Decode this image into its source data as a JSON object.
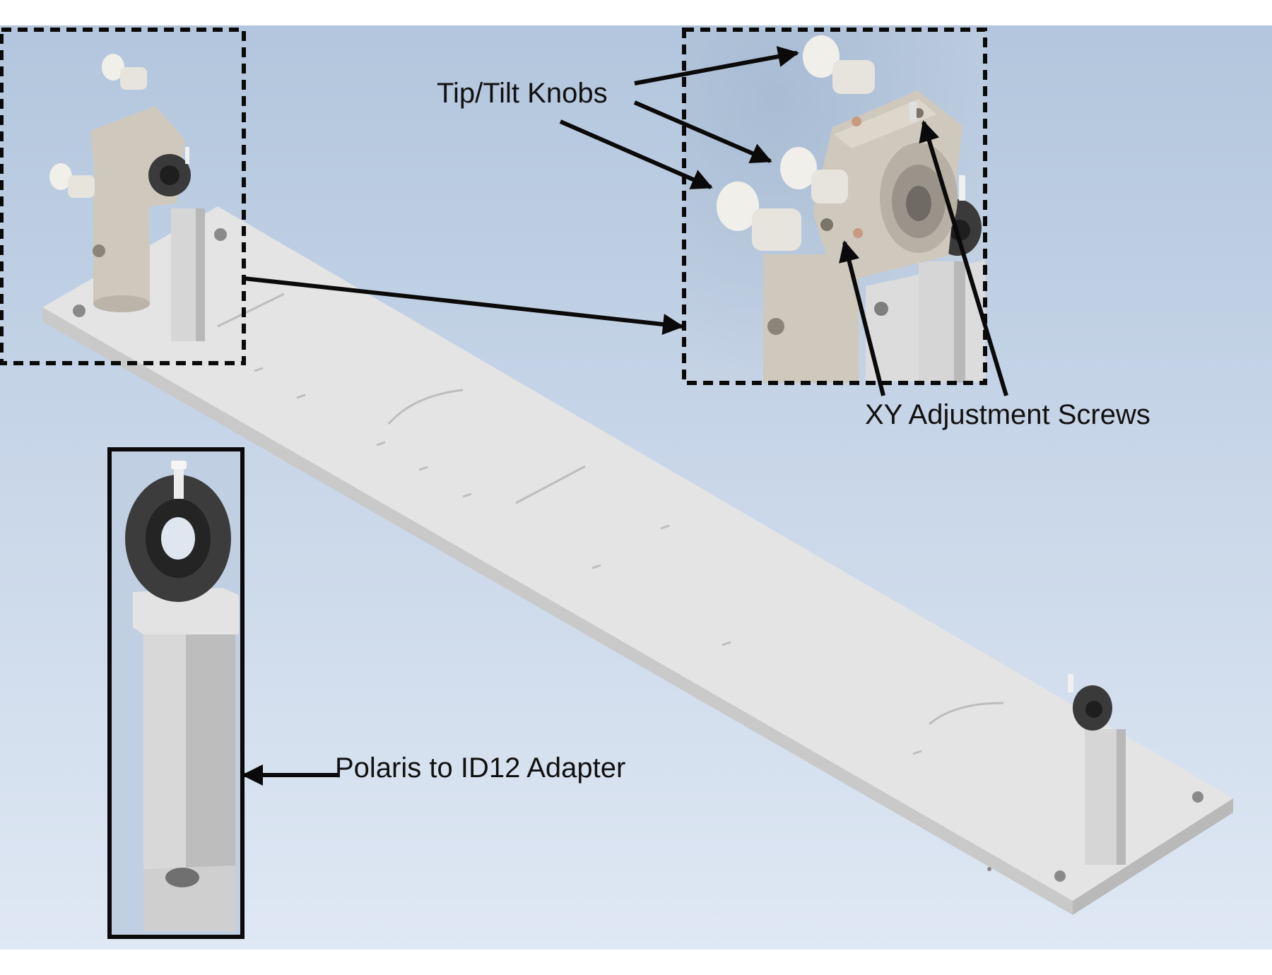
{
  "labels": {
    "tip_tilt": "Tip/Tilt Knobs",
    "xy_screws": "XY Adjustment Screws",
    "adapter": "Polaris to ID12 Adapter"
  },
  "colors": {
    "background_top": "#b3c6dd",
    "background_bottom": "#dfe8f4",
    "rail": "#e4e4e4",
    "mount_body": "#cfc8bd",
    "knob": "#f0efe9",
    "ring": "#3a3a3a",
    "post": "#d9d9d9",
    "annotation": "#0a0a0a"
  }
}
